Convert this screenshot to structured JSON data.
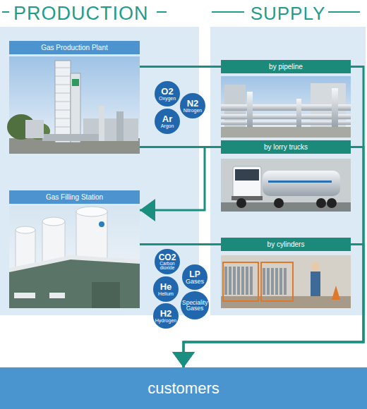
{
  "diagram": {
    "nodes": [
      {
        "text": [
          "PRODUCTION"
        ]
      },
      {
        "text": [
          "Gas Production Plant"
        ],
        "in": 0
      },
      {
        "text": [
          "O2",
          "Oxygen"
        ]
      },
      {
        "text": [
          "N2",
          "Nitrogen"
        ]
      },
      {
        "text": [
          "Ar",
          "Argon"
        ]
      },
      {
        "text": [
          "Gas Filling Station"
        ],
        "in": 0
      },
      {
        "text": [
          "CO2",
          "Carbon dioxide"
        ]
      },
      {
        "text": [
          "LP",
          "Gases"
        ]
      },
      {
        "text": [
          "He",
          "Helium"
        ]
      },
      {
        "text": [
          "Speciality Gases"
        ]
      },
      {
        "text": [
          "H2",
          "Hydrogen"
        ]
      },
      {
        "text": [
          "SUPPLY"
        ]
      },
      {
        "text": [
          "by pipeline"
        ],
        "in": 11
      },
      {
        "text": [
          "by lorry trucks"
        ],
        "in": 11
      },
      {
        "text": [
          "by cylinders"
        ],
        "in": 11
      },
      {
        "text": [
          "customers"
        ]
      }
    ],
    "edges": [
      {
        "from": 1,
        "to": 12,
        "arrow": "none"
      },
      {
        "from": 1,
        "to": 13,
        "arrow": "none"
      },
      {
        "from": 13,
        "to": 5,
        "arrow": "to"
      },
      {
        "from": 5,
        "to": 14,
        "arrow": "none"
      },
      {
        "from": 12,
        "to": 15,
        "arrow": "to"
      },
      {
        "from": 13,
        "to": 15,
        "arrow": "to"
      },
      {
        "from": 14,
        "to": 15,
        "arrow": "to"
      }
    ]
  }
}
